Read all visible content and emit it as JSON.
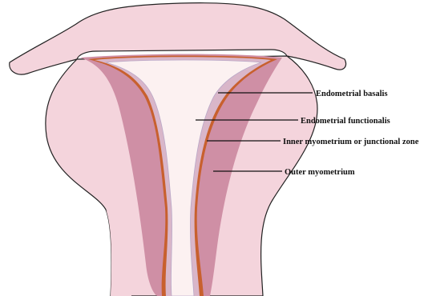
{
  "labels": {
    "basalis": "Endometrial basalis",
    "functionalis": "Endometrial functionalis",
    "junctional": "Inner myometrium or junctional zone",
    "outer": "Outer myometrium"
  },
  "colors": {
    "outer_myometrium": "#f4d4dc",
    "inner_myometrium": "#cf8fa5",
    "basalis": "#c8602e",
    "functionalis": "#d9b6c9",
    "cavity": "#fcf1f1",
    "outline": "#222222"
  }
}
